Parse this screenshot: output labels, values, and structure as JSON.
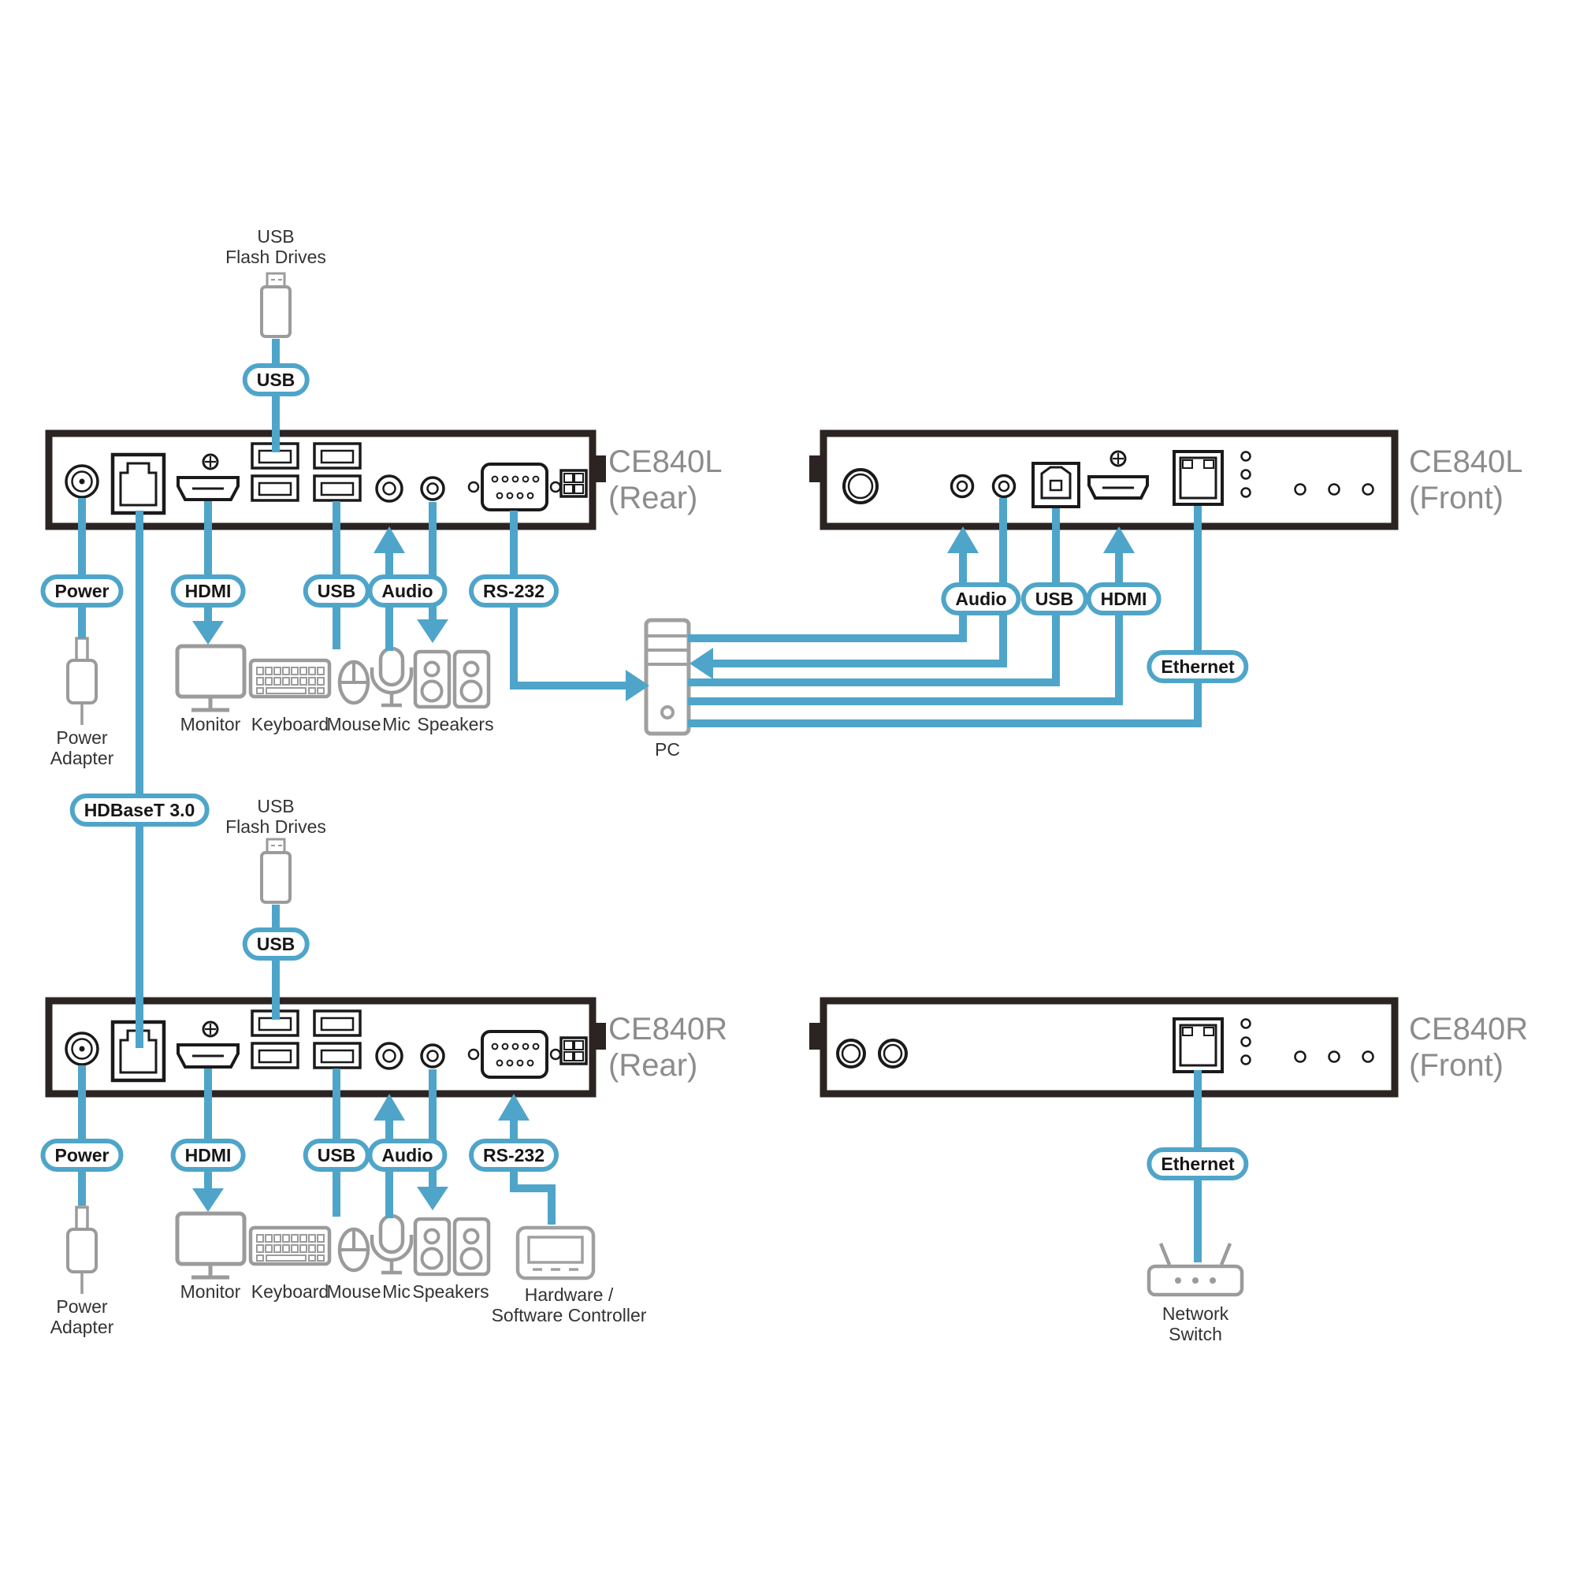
{
  "colors": {
    "accent_blue": "#4FA5C9",
    "panel_border": "#2B2422",
    "port_stroke": "#1A1A1A",
    "icon_gray": "#9B9B9B",
    "device_text": "#8C8C8C",
    "caption_text": "#333333"
  },
  "devices": {
    "top_left": {
      "name": "CE840L",
      "view": "(Rear)"
    },
    "top_right": {
      "name": "CE840L",
      "view": "(Front)"
    },
    "bottom_left": {
      "name": "CE840R",
      "view": "(Rear)"
    },
    "bottom_right": {
      "name": "CE840R",
      "view": "(Front)"
    }
  },
  "pills": {
    "power": "Power",
    "hdmi": "HDMI",
    "usb": "USB",
    "audio": "Audio",
    "rs232": "RS-232",
    "ethernet": "Ethernet",
    "hdbaset": "HDBaseT 3.0"
  },
  "peripherals": {
    "usb_flash": {
      "line1": "USB",
      "line2": "Flash Drives"
    },
    "monitor": "Monitor",
    "keyboard": "Keyboard",
    "mouse": "Mouse",
    "mic": "Mic",
    "speakers": "Speakers",
    "pc": "PC",
    "power_adapter": {
      "line1": "Power",
      "line2": "Adapter"
    },
    "controller": {
      "line1": "Hardware /",
      "line2": "Software Controller"
    },
    "network_switch": {
      "line1": "Network",
      "line2": "Switch"
    }
  }
}
